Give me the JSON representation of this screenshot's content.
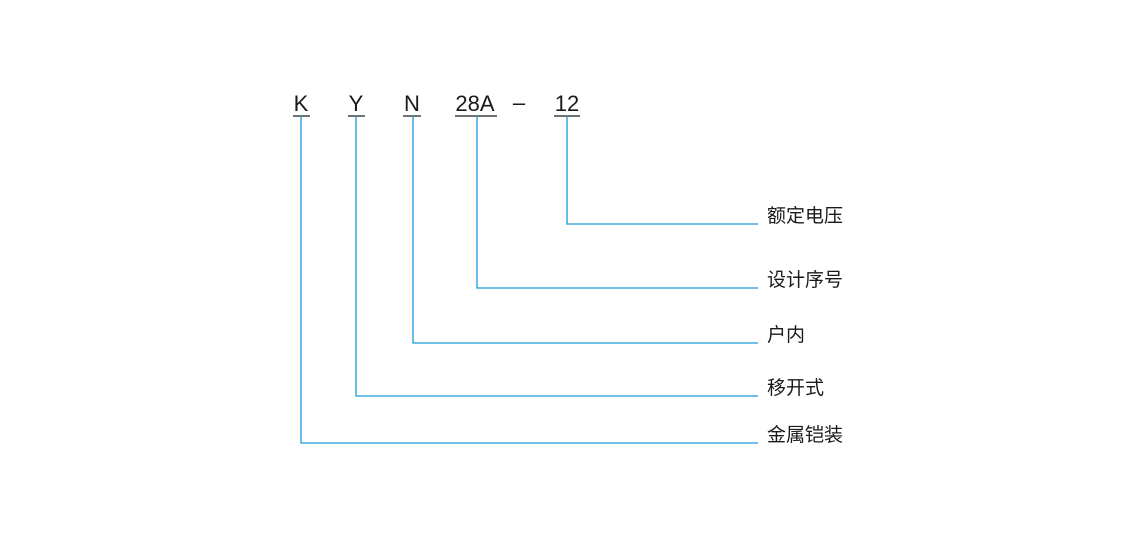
{
  "colors": {
    "line": "#1a9ad7",
    "text": "#1a1a1a"
  },
  "code": {
    "parts": [
      {
        "id": "k",
        "text": "K"
      },
      {
        "id": "y",
        "text": "Y"
      },
      {
        "id": "n",
        "text": "N"
      },
      {
        "id": "series",
        "text": "28A"
      },
      {
        "id": "dash",
        "text": "–"
      },
      {
        "id": "voltage",
        "text": "12"
      }
    ]
  },
  "labels": {
    "voltage": "额定电压",
    "series": "设计序号",
    "n": "户内",
    "y": "移开式",
    "k": "金属铠装"
  }
}
